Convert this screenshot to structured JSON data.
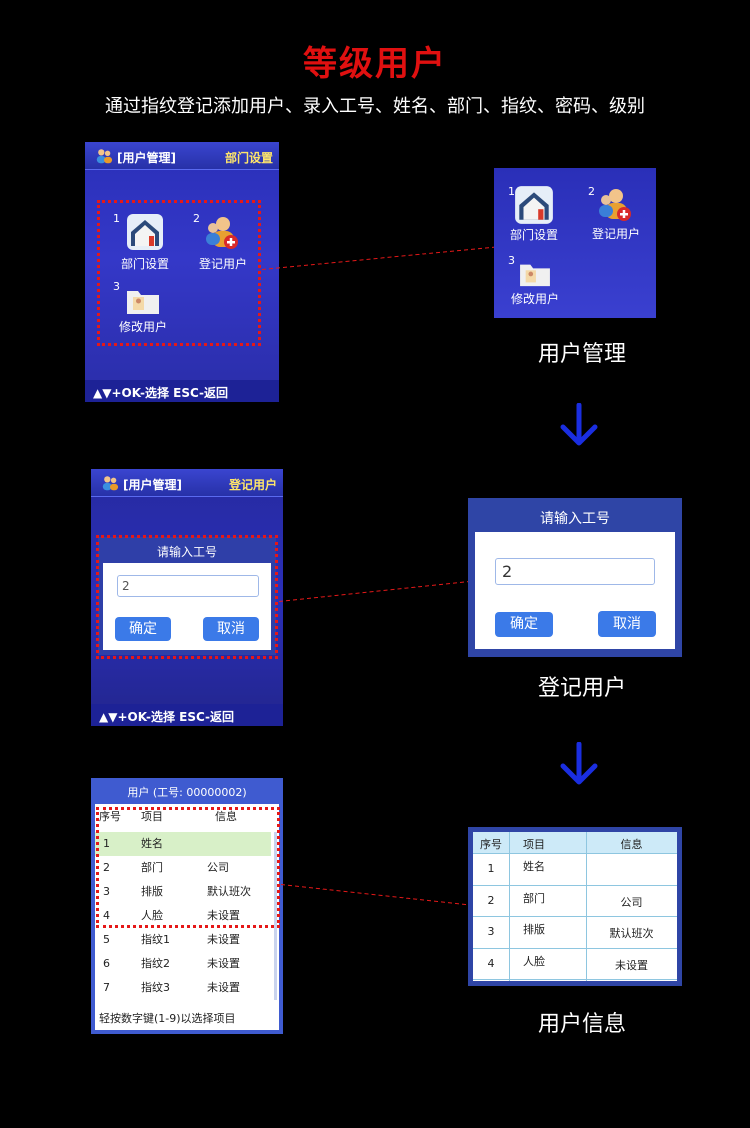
{
  "title": "等级用户",
  "subtitle": "通过指纹登记添加用户、录入工号、姓名、部门、指纹、密码、级别",
  "screen1": {
    "header_left": "[用户管理]",
    "header_right": "部门设置",
    "items": [
      {
        "num": "1",
        "label": "部门设置",
        "icon": "house-icon"
      },
      {
        "num": "2",
        "label": "登记用户",
        "icon": "add-user-icon"
      },
      {
        "num": "3",
        "label": "修改用户",
        "icon": "folder-icon"
      }
    ],
    "footer": "▲▼+OK-选择 ESC-返回"
  },
  "zoom1": {
    "items": [
      {
        "num": "1",
        "label": "部门设置"
      },
      {
        "num": "2",
        "label": "登记用户"
      },
      {
        "num": "3",
        "label": "修改用户"
      }
    ],
    "caption": "用户管理"
  },
  "screen2": {
    "header_left": "[用户管理]",
    "header_right": "登记用户",
    "dialog_title": "请输入工号",
    "input_value": "2",
    "ok": "确定",
    "cancel": "取消",
    "footer": "▲▼+OK-选择 ESC-返回"
  },
  "zoom2": {
    "dialog_title": "请输入工号",
    "input_value": "2",
    "ok": "确定",
    "cancel": "取消",
    "caption": "登记用户"
  },
  "screen3": {
    "header": "用户 (工号: 00000002)",
    "columns": [
      "序号",
      "项目",
      "信息"
    ],
    "rows": [
      [
        "1",
        "姓名",
        ""
      ],
      [
        "2",
        "部门",
        "公司"
      ],
      [
        "3",
        "排版",
        "默认班次"
      ],
      [
        "4",
        "人脸",
        "未设置"
      ],
      [
        "5",
        "指纹1",
        "未设置"
      ],
      [
        "6",
        "指纹2",
        "未设置"
      ],
      [
        "7",
        "指纹3",
        "未设置"
      ]
    ],
    "footer": "轻按数字键(1-9)以选择项目"
  },
  "zoom3": {
    "columns": [
      "序号",
      "项目",
      "信息"
    ],
    "rows": [
      [
        "1",
        "姓名",
        ""
      ],
      [
        "2",
        "部门",
        "公司"
      ],
      [
        "3",
        "排版",
        "默认班次"
      ],
      [
        "4",
        "人脸",
        "未设置"
      ]
    ],
    "caption": "用户信息"
  },
  "colors": {
    "title": "#e01010",
    "screen_blue": "#3438c8",
    "arrow": "#1a2ee0",
    "highlight_row": "#d8f0c8",
    "dotted_frame": "#e51818"
  }
}
